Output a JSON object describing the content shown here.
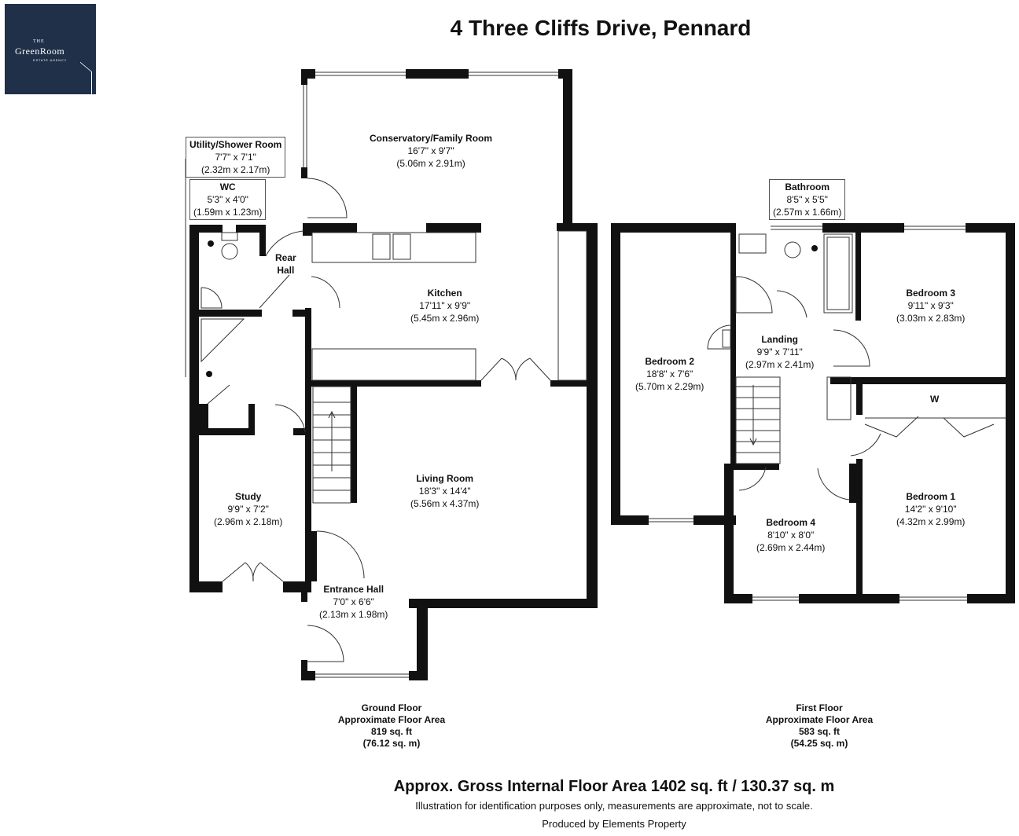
{
  "brand": {
    "the": "THE",
    "name": "GreenRoom",
    "tagline": "ESTATE AGENCY",
    "bg_color": "#1f3048"
  },
  "title": "4 Three Cliffs Drive, Pennard",
  "rooms": {
    "conservatory": {
      "name": "Conservatory/Family Room",
      "imperial": "16'7\" x 9'7\"",
      "metric": "(5.06m x 2.91m)"
    },
    "utility": {
      "name": "Utility/Shower Room",
      "imperial": "7'7\" x 7'1\"",
      "metric": "(2.32m x 2.17m)"
    },
    "wc": {
      "name": "WC",
      "imperial": "5'3\" x 4'0\"",
      "metric": "(1.59m x 1.23m)"
    },
    "rear_hall": {
      "line1": "Rear",
      "line2": "Hall"
    },
    "kitchen": {
      "name": "Kitchen",
      "imperial": "17'11\" x 9'9\"",
      "metric": "(5.45m x 2.96m)"
    },
    "living": {
      "name": "Living Room",
      "imperial": "18'3\" x 14'4\"",
      "metric": "(5.56m x 4.37m)"
    },
    "study": {
      "name": "Study",
      "imperial": "9'9\" x 7'2\"",
      "metric": "(2.96m x 2.18m)"
    },
    "entrance": {
      "name": "Entrance Hall",
      "imperial": "7'0\" x 6'6\"",
      "metric": "(2.13m x 1.98m)"
    },
    "bathroom": {
      "name": "Bathroom",
      "imperial": "8'5\" x 5'5\"",
      "metric": "(2.57m x 1.66m)"
    },
    "bedroom3": {
      "name": "Bedroom 3",
      "imperial": "9'11\" x 9'3\"",
      "metric": "(3.03m x 2.83m)"
    },
    "bedroom2": {
      "name": "Bedroom 2",
      "imperial": "18'8\" x 7'6\"",
      "metric": "(5.70m x 2.29m)"
    },
    "landing": {
      "name": "Landing",
      "imperial": "9'9\" x 7'11\"",
      "metric": "(2.97m x 2.41m)"
    },
    "bedroom1": {
      "name": "Bedroom 1",
      "imperial": "14'2\" x 9'10\"",
      "metric": "(4.32m x 2.99m)"
    },
    "bedroom4": {
      "name": "Bedroom 4",
      "imperial": "8'10\" x 8'0\"",
      "metric": "(2.69m x 2.44m)"
    },
    "wardrobe": "W"
  },
  "floors": {
    "ground": {
      "name": "Ground Floor",
      "label": "Approximate Floor Area",
      "sqft": "819 sq. ft",
      "sqm": "(76.12 sq. m)"
    },
    "first": {
      "name": "First Floor",
      "label": "Approximate Floor Area",
      "sqft": "583 sq. ft",
      "sqm": "(54.25 sq. m)"
    }
  },
  "footer": {
    "gross": "Approx. Gross Internal Floor Area 1402 sq. ft / 130.37 sq. m",
    "note": "Illustration for identification purposes only, measurements are approximate, not to scale.",
    "producer": "Produced by Elements Property"
  }
}
